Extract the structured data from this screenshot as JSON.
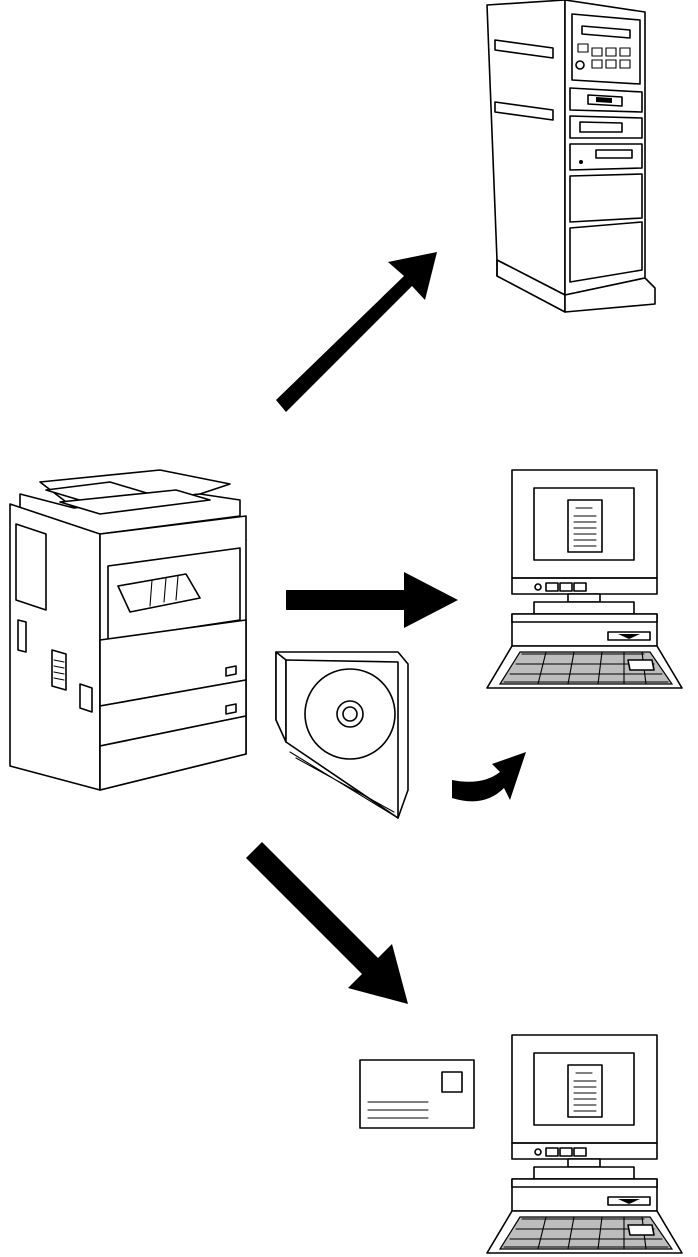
{
  "diagram": {
    "nodes": [
      {
        "id": "mfp",
        "icon": "multifunction-copier-icon"
      },
      {
        "id": "ftp-server",
        "icon": "tower-server-icon"
      },
      {
        "id": "desktop-pc",
        "icon": "desktop-computer-icon"
      },
      {
        "id": "cd-rom",
        "icon": "cd-case-icon"
      },
      {
        "id": "email-pc",
        "icon": "desktop-computer-icon"
      },
      {
        "id": "email",
        "icon": "envelope-icon"
      }
    ],
    "edges": [
      {
        "from": "mfp",
        "to": "ftp-server",
        "icon": "arrow-icon"
      },
      {
        "from": "mfp",
        "to": "desktop-pc",
        "icon": "arrow-icon"
      },
      {
        "from": "cd-rom",
        "to": "desktop-pc",
        "icon": "curved-arrow-icon"
      },
      {
        "from": "mfp",
        "to": "email-pc",
        "icon": "arrow-icon"
      }
    ],
    "colors": {
      "line": "#000000",
      "fill": "#ffffff",
      "shade": "#bdbdbd"
    }
  }
}
